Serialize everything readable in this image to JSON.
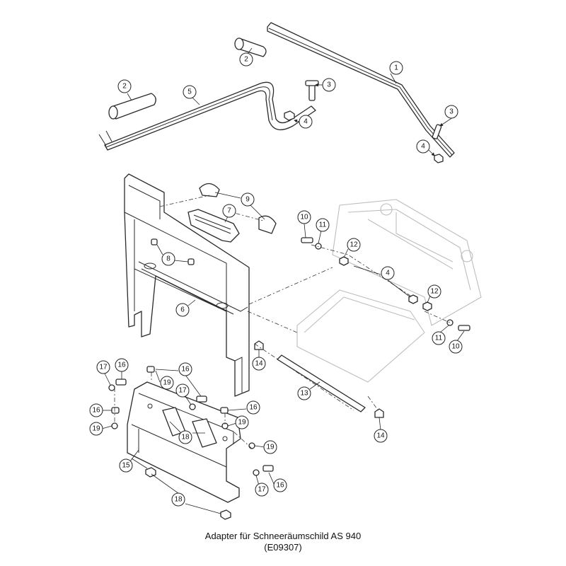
{
  "caption": {
    "title": "Adapter für Schneeräumschild AS 940",
    "code": "(E09307)"
  },
  "callouts": [
    "1",
    "2",
    "3",
    "4",
    "5",
    "6",
    "7",
    "8",
    "9",
    "10",
    "11",
    "12",
    "13",
    "14",
    "15",
    "16",
    "17",
    "18",
    "19"
  ]
}
